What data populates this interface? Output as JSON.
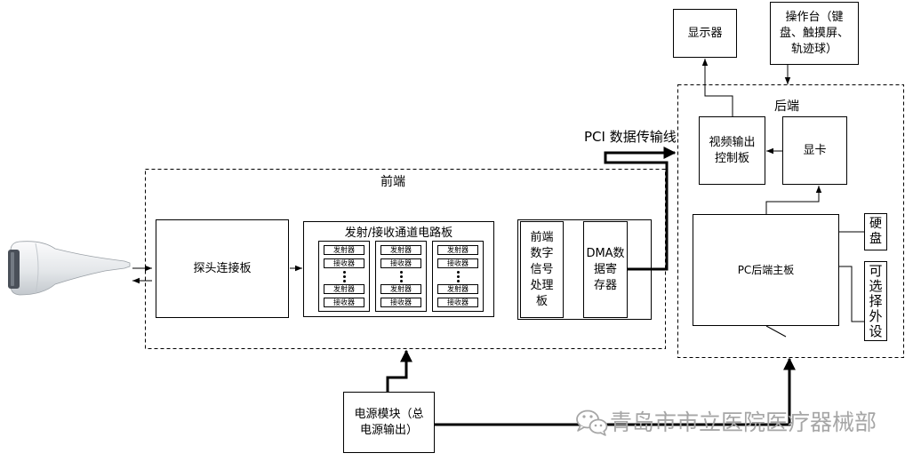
{
  "diagram": {
    "front_end": {
      "label": "前端"
    },
    "back_end": {
      "label": "后端"
    },
    "probe_connector_board": {
      "label": "探头连接板"
    },
    "txrx_board": {
      "title": "发射/接收通道电路板",
      "channels": [
        {
          "items": [
            "发射器",
            "接收器",
            "发射器",
            "接收器"
          ]
        },
        {
          "items": [
            "发射器",
            "接收器",
            "发射器",
            "接收器"
          ]
        },
        {
          "items": [
            "发射器",
            "接收器",
            "发射器",
            "接收器"
          ]
        }
      ]
    },
    "dsp_board": {
      "lines": [
        "前端",
        "数字",
        "信号",
        "处理",
        "板"
      ]
    },
    "dma_buffer": {
      "lines": [
        "DMA数",
        "据寄",
        "存器"
      ]
    },
    "pci_link": {
      "label": "PCI 数据传输线"
    },
    "display": {
      "label": "显示器"
    },
    "console": {
      "lines": [
        "操作台（键",
        "盘、触摸屏、",
        "轨迹球）"
      ]
    },
    "video_output_board": {
      "lines": [
        "视频输出",
        "控制板"
      ]
    },
    "graphics_card": {
      "label": "显卡"
    },
    "mainboard": {
      "label": "PC后端主板"
    },
    "hard_disk": {
      "lines": [
        "硬",
        "盘"
      ]
    },
    "optional_peripherals": {
      "lines": [
        "可",
        "选",
        "择",
        "外",
        "设"
      ]
    },
    "power_module": {
      "lines": [
        "电源模块（总",
        "电源输出）"
      ]
    }
  },
  "icons": {
    "probe": "ultrasound-probe-icon",
    "watermark": "wechat-icon"
  },
  "watermark": {
    "text": "青岛市市立医院医疗器械部"
  }
}
